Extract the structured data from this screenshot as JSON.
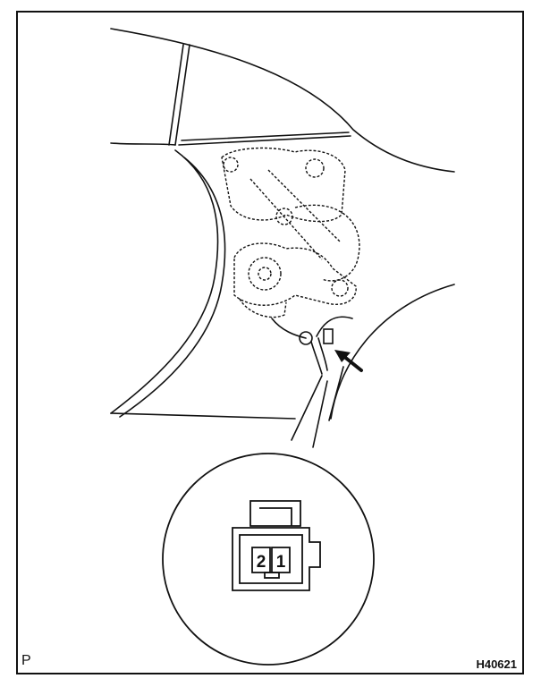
{
  "figure": {
    "corner_letter": "P",
    "figure_id": "H40621"
  },
  "connector": {
    "pin_left": "2",
    "pin_right": "1"
  },
  "colors": {
    "ink": "#111111",
    "background": "#ffffff"
  }
}
